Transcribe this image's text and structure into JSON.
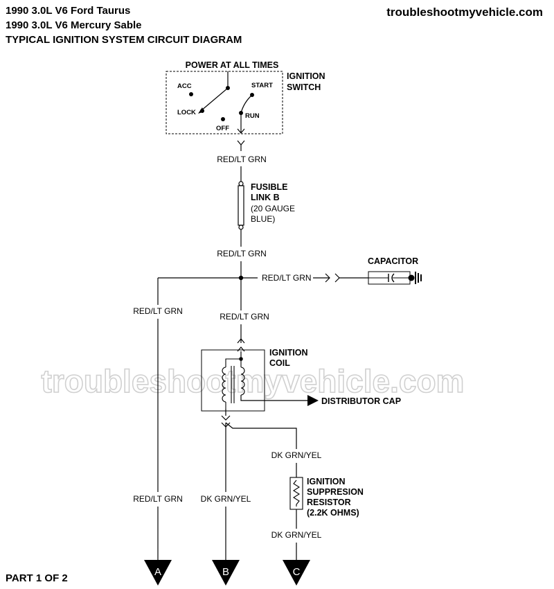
{
  "header": {
    "line1": "1990 3.0L V6 Ford Taurus",
    "line2": "1990 3.0L V6 Mercury Sable",
    "line3": "TYPICAL IGNITION SYSTEM CIRCUIT DIAGRAM"
  },
  "site": "troubleshootmyvehicle.com",
  "watermark": "troubleshootmyvehicle.com",
  "footer": "PART 1 OF 2",
  "ignition_switch": {
    "power_label": "POWER AT ALL TIMES",
    "label_line1": "IGNITION",
    "label_line2": "SWITCH",
    "positions": {
      "acc": "ACC",
      "lock": "LOCK",
      "off": "OFF",
      "start": "START",
      "run": "RUN"
    }
  },
  "wires": {
    "switch_to_fuse": "RED/LT GRN",
    "fuse_out": "RED/LT GRN",
    "capacitor_feed": "RED/LT GRN",
    "left_branch": "RED/LT GRN",
    "coil_feed": "RED/LT GRN",
    "suppressor_in": "DK GRN/YEL",
    "suppressor_out": "DK GRN/YEL",
    "connector_a_wire": "RED/LT GRN",
    "connector_b_wire": "DK GRN/YEL"
  },
  "fusible_link": {
    "line1": "FUSIBLE",
    "line2": "LINK B",
    "line3": "(20 GAUGE",
    "line4": "BLUE)"
  },
  "capacitor": {
    "label": "CAPACITOR"
  },
  "ignition_coil": {
    "line1": "IGNITION",
    "line2": "COIL"
  },
  "distributor_cap": "DISTRIBUTOR CAP",
  "suppression_resistor": {
    "line1": "IGNITION",
    "line2": "SUPPRESION",
    "line3": "RESISTOR",
    "line4": "(2.2K OHMS)"
  },
  "connectors": {
    "a": "A",
    "b": "B",
    "c": "C"
  }
}
